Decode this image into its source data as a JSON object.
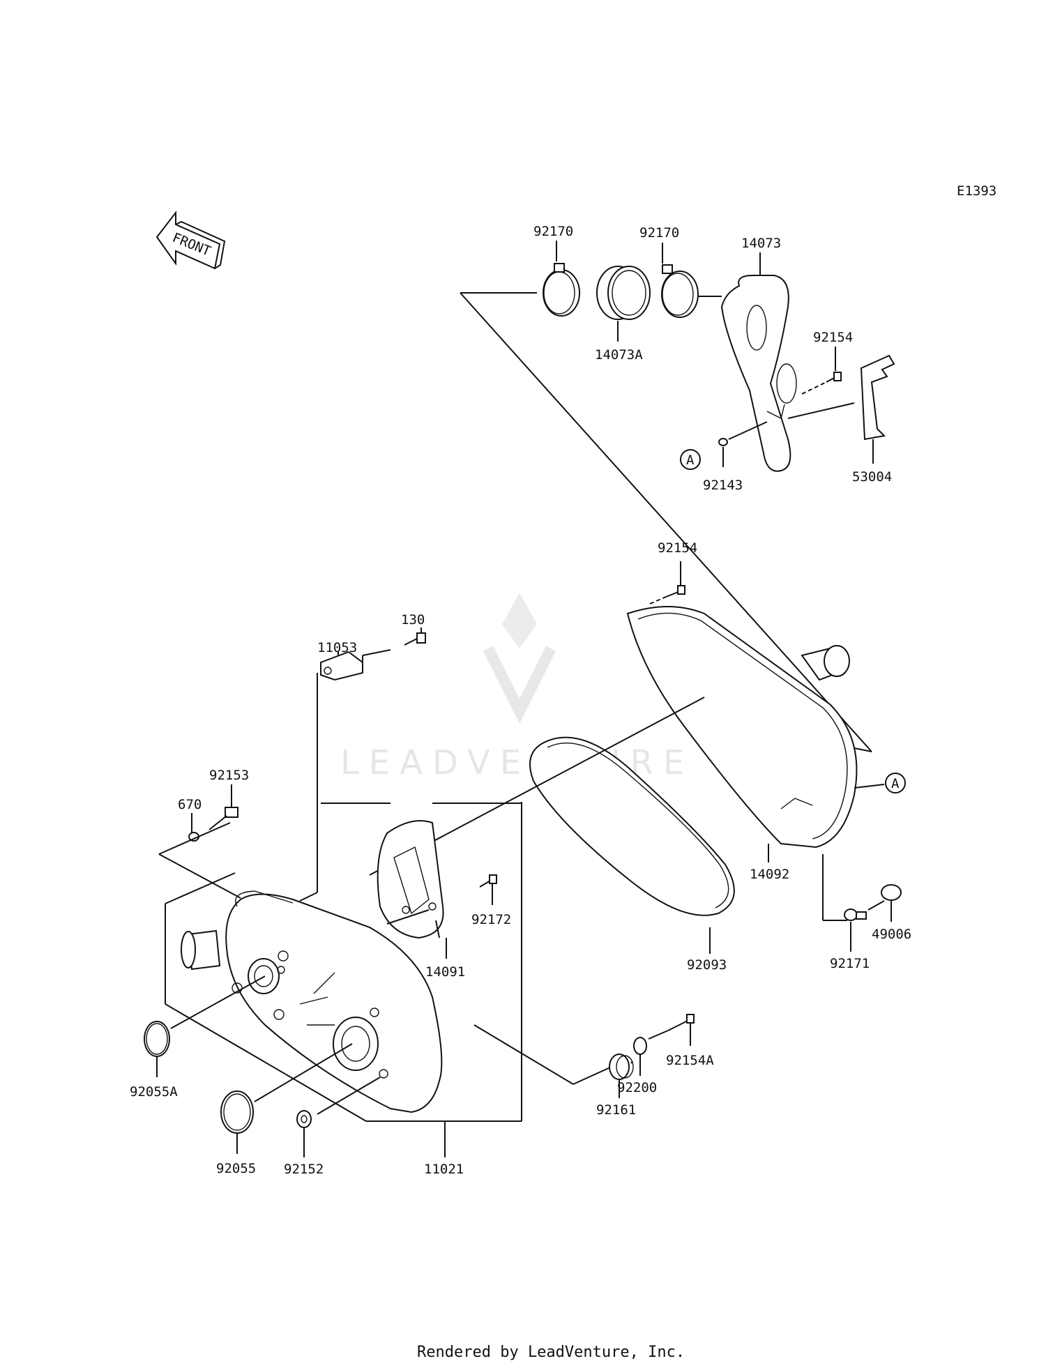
{
  "diagram_code": "E1393",
  "front_label": "FRONT",
  "watermark": "LEADVENTURE",
  "footer": "Rendered by LeadVenture, Inc.",
  "callout_A": "A",
  "parts": {
    "p92170a": "92170",
    "p92170b": "92170",
    "p14073": "14073",
    "p14073A": "14073A",
    "p92154a": "92154",
    "p92143": "92143",
    "p53004": "53004",
    "p92154b": "92154",
    "p130": "130",
    "p11053": "11053",
    "p92153": "92153",
    "p670": "670",
    "p92172": "92172",
    "p14091": "14091",
    "p14092": "14092",
    "p92093": "92093",
    "p49006": "49006",
    "p92171": "92171",
    "p92154A": "92154A",
    "p92200": "92200",
    "p92161": "92161",
    "p92055A": "92055A",
    "p92055": "92055",
    "p92152": "92152",
    "p11021": "11021"
  }
}
